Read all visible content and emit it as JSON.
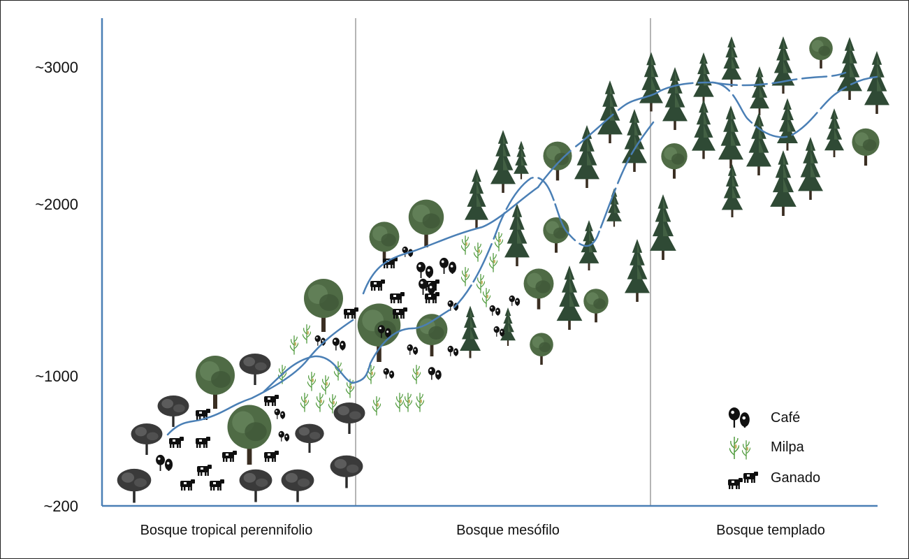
{
  "y_axis": {
    "ticks": [
      {
        "label": "~3000",
        "value": 3000
      },
      {
        "label": "~2000",
        "value": 2000
      },
      {
        "label": "~1000",
        "value": 1000
      },
      {
        "label": "~200",
        "value": 200
      }
    ]
  },
  "zones": [
    {
      "label": "Bosque tropical perennifolio"
    },
    {
      "label": "Bosque mesófilo"
    },
    {
      "label": "Bosque templado"
    }
  ],
  "legend": [
    {
      "label": "Café",
      "icon": "coffee-plant-icon"
    },
    {
      "label": "Milpa",
      "icon": "corn-plant-icon"
    },
    {
      "label": "Ganado",
      "icon": "cattle-icon"
    }
  ],
  "colors": {
    "axis": "#4a7fb5",
    "boundary_line": "#4a7fb5",
    "zone_divider": "#b5b5b5",
    "pine": "#2f4a35",
    "broadleaf": "#4f6b45",
    "coffee": "#1a1a1a",
    "corn": "#4f9a3c",
    "cattle": "#0f0f0f"
  }
}
